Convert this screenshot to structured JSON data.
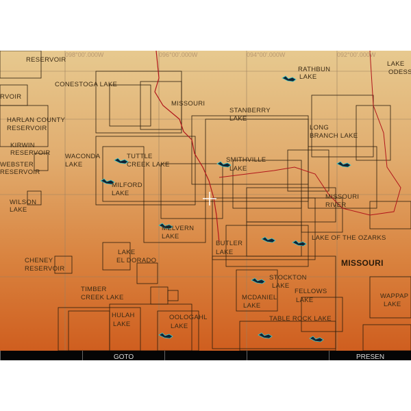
{
  "coordinates": [
    "098°00'.000W",
    "096°00'.000W",
    "094°00'.000W",
    "092°00'.000W"
  ],
  "labels": {
    "reservoir_top": "RESERVOIR",
    "rvoir": "RVOIR",
    "conestoga": "CONESTOGA LAKE",
    "missouri_n": "MISSOURI",
    "stanberry_1": "STANBERRY",
    "stanberry_2": "LAKE",
    "rathbun_1": "RATHBUN",
    "rathbun_2": "LAKE",
    "odessa_1": "LAKE",
    "odessa_2": "ODESS",
    "harlan_1": "HARLAN COUNTY",
    "harlan_2": "RESERVOIR",
    "kirwin_1": "KIRWIN",
    "kirwin_2": "RESERVOIR",
    "waconda_1": "WACONDA",
    "waconda_2": "LAKE",
    "tuttle_1": "TUTTLE",
    "tuttle_2": "CREEK LAKE",
    "smithville_1": "SMITHVILLE",
    "smithville_2": "LAKE",
    "longbranch_1": "LONG",
    "longbranch_2": "BRANCH LAKE",
    "webster_1": "WEBSTER",
    "webster_2": "RESERVOIR",
    "milford_1": "MILFORD",
    "milford_2": "LAKE",
    "mo_river_1": "MISSOURI",
    "mo_river_2": "RIVER",
    "wilson_1": "WILSON",
    "wilson_2": "LAKE",
    "melvern_1": "MELVERN",
    "melvern_2": "LAKE",
    "butler_1": "BUTLER",
    "butler_2": "LAKE",
    "ozarks": "LAKE OF THE OZARKS",
    "missouri_state": "MISSOURI",
    "cheney_1": "CHENEY",
    "cheney_2": "RESERVOIR",
    "eldorado_1": "LAKE",
    "eldorado_2": "EL DORADO",
    "stockton_1": "STOCKTON",
    "stockton_2": "LAKE",
    "fellows_1": "FELLOWS",
    "fellows_2": "LAKE",
    "mcdaniel_1": "MCDANIEL",
    "mcdaniel_2": "LAKE",
    "wappap_1": "WAPPAP",
    "wappap_2": "LAKE",
    "timber_1": "TIMBER",
    "timber_2": "CREEK LAKE",
    "hulah_1": "HULAH",
    "hulah_2": "LAKE",
    "oologah_1": "OOLOGAHL",
    "oologah_2": "LAKE",
    "tablerock": "TABLE ROCK LAKE"
  },
  "softkeys": [
    "",
    "GOTO",
    "",
    "",
    "PRESEN"
  ],
  "colors": {
    "map_top": "#e7c98f",
    "map_bottom": "#cf5e1f",
    "river": "#b0141a",
    "water": "#3ac8c8"
  }
}
